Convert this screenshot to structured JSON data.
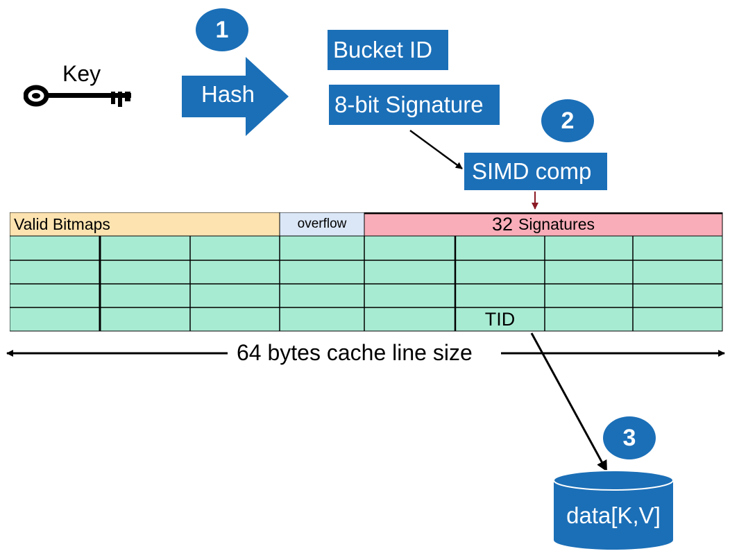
{
  "key": {
    "label": "Key",
    "icon": "key-icon"
  },
  "steps": {
    "one": "1",
    "two": "2",
    "three": "3"
  },
  "hash_arrow": {
    "label": "Hash"
  },
  "outputs": {
    "bucket_id": "Bucket ID",
    "signature": "8-bit Signature"
  },
  "simd": {
    "label": "SIMD comp"
  },
  "cache_line": {
    "header": {
      "valid_bitmaps": "Valid Bitmaps",
      "overflow": "overflow",
      "signatures_count": "32",
      "signatures_label": "Signatures"
    },
    "tid_label": "TID",
    "rows": 4,
    "columns": 8,
    "width_label": "64 bytes cache line size"
  },
  "storage": {
    "label": "data[K,V]",
    "icon": "database-cylinder-icon"
  },
  "colors": {
    "accent_blue": "#1b6fb7",
    "bitmap_fill": "#fde3b0",
    "overflow_fill": "#dbe7f7",
    "signature_fill": "#f9adb8",
    "slot_fill": "#a8ebd3",
    "arrow_red": "#8b1a24"
  }
}
